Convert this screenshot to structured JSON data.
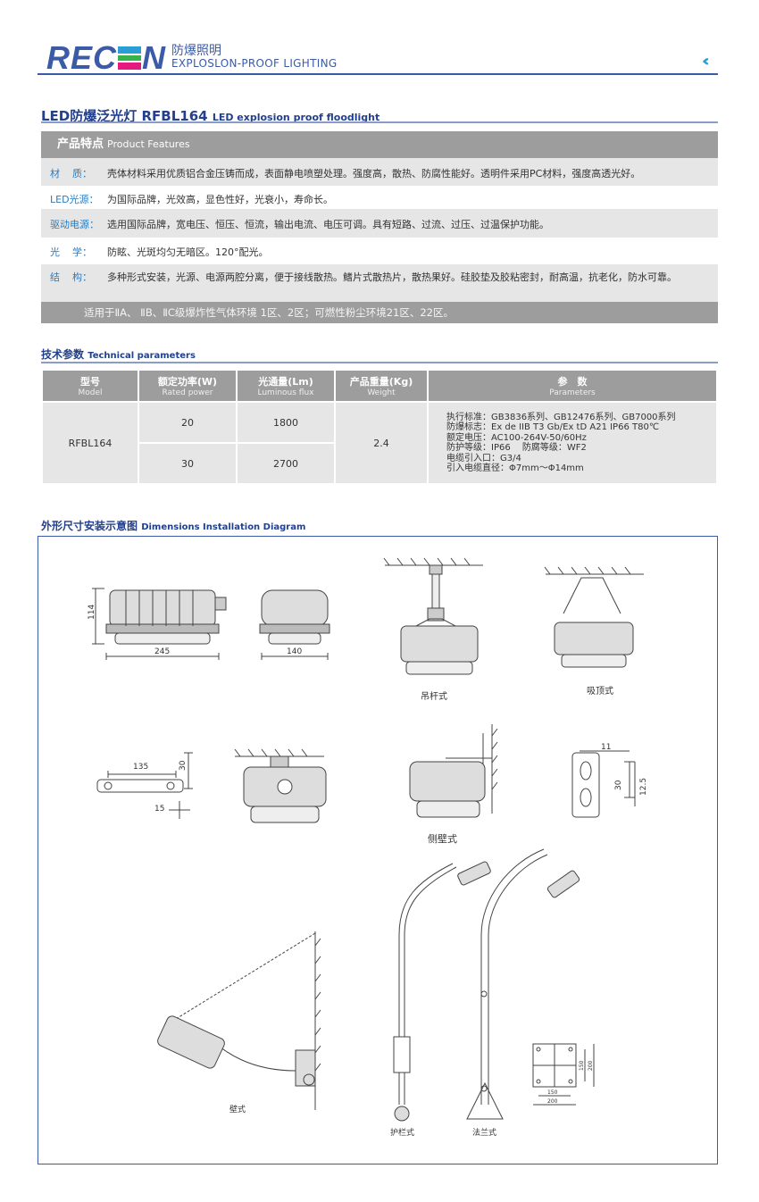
{
  "header": {
    "logo_pre": "REC",
    "logo_post": "N",
    "logo_text": "RECEN",
    "brand_cn": "防爆照明",
    "brand_en": "EXPLOSLON-PROOF LIGHTING",
    "nav_icon": "double-chevron-left-icon"
  },
  "title": {
    "cn": "LED防爆泛光灯 RFBL164",
    "en": "LED explosion proof floodlight"
  },
  "features": {
    "title_cn": "产品特点",
    "title_en": "Product Features",
    "rows": [
      {
        "key": "材    质：",
        "value": "壳体材料采用优质铝合金压铸而成，表面静电喷塑处理。强度高，散热、防腐性能好。透明件采用PC材料，强度高透光好。"
      },
      {
        "key": "LED光源：",
        "value": "为国际品牌，光效高，显色性好，光衰小，寿命长。"
      },
      {
        "key": "驱动电源：",
        "value": "选用国际品牌，宽电压、恒压、恒流，输出电流、电压可调。具有短路、过流、过压、过温保护功能。"
      },
      {
        "key": "光    学：",
        "value": "防眩、光斑均匀无暗区。120°配光。"
      },
      {
        "key": "结    构：",
        "value": "多种形式安装，光源、电源两腔分离，便于接线散热。鳍片式散热片，散热果好。硅胶垫及胶粘密封，耐高温，抗老化，防水可靠。"
      }
    ],
    "footer": "适用于ⅡA、 ⅡB、ⅡC级爆炸性气体环境 1区、2区；可燃性粉尘环境21区、22区。"
  },
  "tech": {
    "title_cn": "技术参数",
    "title_en": "Technical parameters",
    "headers": [
      {
        "cn": "型号",
        "en": "Model"
      },
      {
        "cn": "额定功率(W)",
        "en": "Rated power"
      },
      {
        "cn": "光通量(Lm)",
        "en": "Luminous flux"
      },
      {
        "cn": "产品重量(Kg)",
        "en": "Weight"
      },
      {
        "cn": "参　数",
        "en": "Parameters"
      }
    ],
    "model": "RFBL164",
    "rows": [
      {
        "power": "20",
        "flux": "1800"
      },
      {
        "power": "30",
        "flux": "2700"
      }
    ],
    "weight": "2.4",
    "params": [
      "执行标准：GB3836系列、GB12476系列、GB7000系列",
      "防爆标志：Ex de IIB T3 Gb/Ex tD A21 IP66 T80℃",
      "额定电压：AC100-264V-50/60Hz",
      "防护等级：IP66　 防腐等级：WF2",
      "电缆引入口：G3/4",
      "引入电缆直径：Φ7mm～Φ14mm"
    ]
  },
  "diagram": {
    "title_cn": "外形尺寸安装示意图",
    "title_en": "Dimensions Installation Diagram",
    "dims": {
      "h114": "114",
      "w245": "245",
      "w140": "140",
      "d135": "135",
      "d30a": "30",
      "d15": "15",
      "d11": "11",
      "d30b": "30",
      "d12_5": "12.5",
      "p150a": "150",
      "p200a": "200",
      "p150b": "150",
      "p200b": "200"
    },
    "labels": {
      "pendant": "吊杆式",
      "ceiling": "吸顶式",
      "side_wall": "侧壁式",
      "wall": "壁式",
      "guardrail": "护栏式",
      "flange": "法兰式"
    }
  }
}
